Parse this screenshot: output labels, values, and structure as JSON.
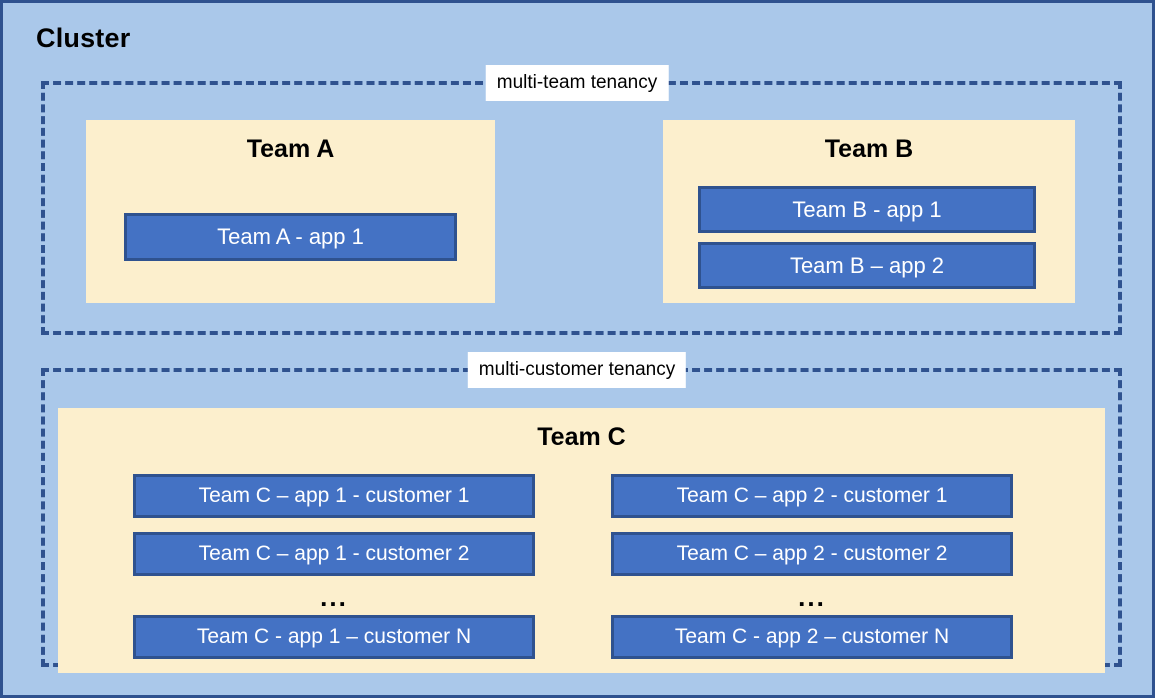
{
  "diagram": {
    "title": "Cluster",
    "background_color": "#aac8ea",
    "frame_border_color": "#2f528f",
    "team_box_color": "#fcefcd",
    "app_box_color": "#4472c4",
    "app_box_border_color": "#2f528f",
    "ellipsis": "..."
  },
  "regions": [
    {
      "label": "multi-team tenancy",
      "teams": [
        {
          "title": "Team A",
          "apps": [
            {
              "label": "Team A - app 1"
            }
          ]
        },
        {
          "title": "Team B",
          "apps": [
            {
              "label": "Team B - app 1"
            },
            {
              "label": "Team B – app 2"
            }
          ]
        }
      ]
    },
    {
      "label": "multi-customer tenancy",
      "teams": [
        {
          "title": "Team C",
          "columns": [
            {
              "apps": [
                {
                  "label": "Team C – app 1 - customer 1"
                },
                {
                  "label": "Team C – app 1 - customer 2"
                },
                {
                  "label": "Team C - app 1 – customer N"
                }
              ]
            },
            {
              "apps": [
                {
                  "label": "Team C – app 2 - customer 1"
                },
                {
                  "label": "Team C – app 2 - customer 2"
                },
                {
                  "label": "Team C - app 2 – customer N"
                }
              ]
            }
          ]
        }
      ]
    }
  ]
}
